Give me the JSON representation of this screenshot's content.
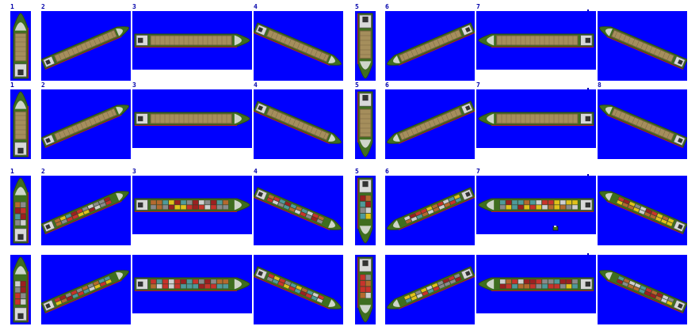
{
  "sheet": {
    "colors": {
      "background": "#0000ff",
      "hull": "#3f6e1f",
      "hull_dark": "#2a4a12",
      "deck": "#a58e5c",
      "deck_dark": "#6e5d3a",
      "waterline": "#b3261e",
      "bridge": "#d9d9d9",
      "bow": "#e8e8e8"
    },
    "container_colors": [
      "#e0c21a",
      "#c8332b",
      "#cfcfcf",
      "#8a8a8a",
      "#4f9a9a",
      "#b46a2e",
      "#9b2020"
    ],
    "rows": [
      {
        "cargo": "bulk",
        "labels": [
          "1",
          "2",
          "3",
          "4",
          "5",
          "6",
          "7",
          ""
        ]
      },
      {
        "cargo": "bulk",
        "labels": [
          "1",
          "2",
          "3",
          "4",
          "5",
          "6",
          "7",
          "8"
        ]
      },
      {
        "cargo": "containers",
        "labels": [
          "1",
          "2",
          "3",
          "4",
          "5",
          "6",
          "7",
          ""
        ]
      },
      {
        "cargo": "containers",
        "labels": [
          "",
          "",
          "",
          "",
          "",
          "",
          "",
          ""
        ]
      }
    ]
  }
}
